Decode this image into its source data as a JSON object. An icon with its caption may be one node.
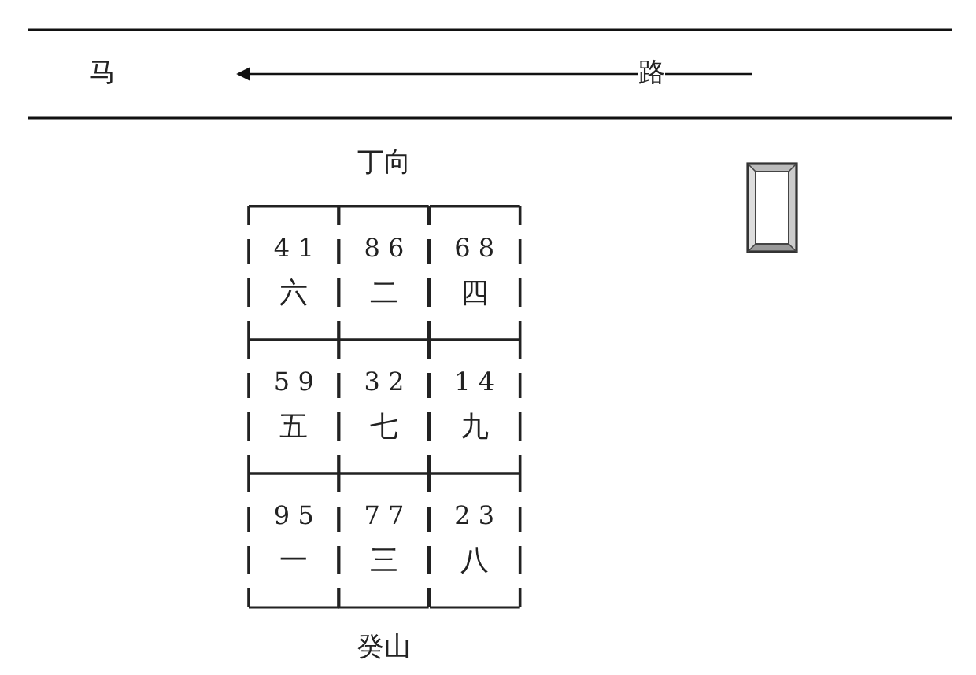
{
  "diagram": {
    "nodes": [
      {
        "text": [
          "4 1",
          "六"
        ]
      },
      {
        "text": [
          "8 6",
          "二"
        ]
      },
      {
        "text": [
          "6 8",
          "四"
        ]
      },
      {
        "text": [
          "5 9",
          "五"
        ]
      },
      {
        "text": [
          "3 2",
          "七"
        ]
      },
      {
        "text": [
          "1 4",
          "九"
        ]
      },
      {
        "text": [
          "9 5",
          "一"
        ]
      },
      {
        "text": [
          "7 7",
          "三"
        ]
      },
      {
        "text": [
          "2 3",
          "八"
        ]
      }
    ],
    "labels": [
      "马",
      "路",
      "丁向",
      "癸山"
    ]
  }
}
